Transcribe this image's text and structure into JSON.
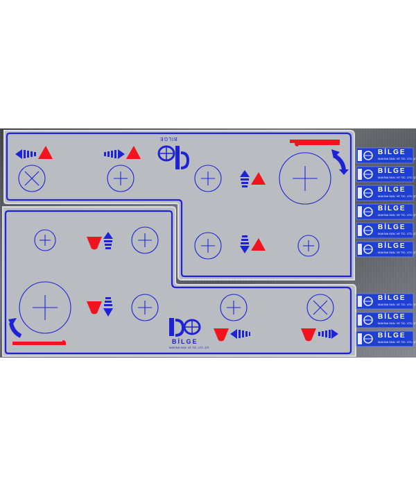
{
  "brand": {
    "name": "BİLGE",
    "subtitle": "MAKİNA SAN. VE TİC. LTD. ŞTİ."
  },
  "colors": {
    "panel": "#b9bcc1",
    "outline_blue": "#1e22d6",
    "accent_red": "#f0141e",
    "metal_dark": "#4a4d52",
    "metal_light": "#8d9096",
    "badge_blue": "#1f3fd0"
  },
  "icons": {
    "x_button": "x-circle-icon",
    "plus_button": "plus-circle-icon",
    "jog_arrow": "arrow-icon",
    "jog_triangle": "triangle-icon",
    "rotary_arc": "curved-arrow-icon",
    "logo": "bilge-globe-logo"
  },
  "badges": {
    "count": 9
  }
}
